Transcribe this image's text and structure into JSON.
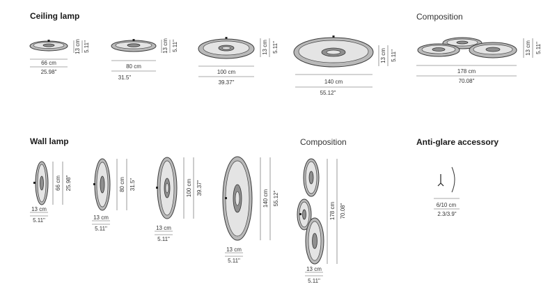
{
  "headers": {
    "ceiling": "Ceiling lamp",
    "ceiling_composition": "Composition",
    "wall": "Wall lamp",
    "wall_composition": "Composition",
    "antiglare": "Anti-glare accessory"
  },
  "ceiling": [
    {
      "w_cm": "66 cm",
      "w_in": "25.98\"",
      "h_cm": "13 cm",
      "h_in": "5.11\""
    },
    {
      "w_cm": "80 cm",
      "w_in": "31.5\"",
      "h_cm": "13 cm",
      "h_in": "5.11\""
    },
    {
      "w_cm": "100 cm",
      "w_in": "39.37\"",
      "h_cm": "13 cm",
      "h_in": "5.11\""
    },
    {
      "w_cm": "140 cm",
      "w_in": "55.12\"",
      "h_cm": "13 cm",
      "h_in": "5.11\""
    }
  ],
  "ceiling_comp": {
    "w_cm": "178 cm",
    "w_in": "70.08\"",
    "h_cm": "13 cm",
    "h_in": "5.11\""
  },
  "wall": [
    {
      "h_cm": "66 cm",
      "h_in": "25.98\"",
      "d_cm": "13 cm",
      "d_in": "5.11\""
    },
    {
      "h_cm": "80 cm",
      "h_in": "31.5\"",
      "d_cm": "13 cm",
      "d_in": "5.11\""
    },
    {
      "h_cm": "100 cm",
      "h_in": "39.37\"",
      "d_cm": "13 cm",
      "d_in": "5.11\""
    },
    {
      "h_cm": "140 cm",
      "h_in": "55.12\"",
      "d_cm": "13 cm",
      "d_in": "5.11\""
    }
  ],
  "wall_comp": {
    "h_cm": "178 cm",
    "h_in": "70.08\"",
    "d_cm": "13 cm",
    "d_in": "5.11\""
  },
  "antiglare": {
    "cm": "6/10 cm",
    "in": "2.3/3.9\""
  }
}
